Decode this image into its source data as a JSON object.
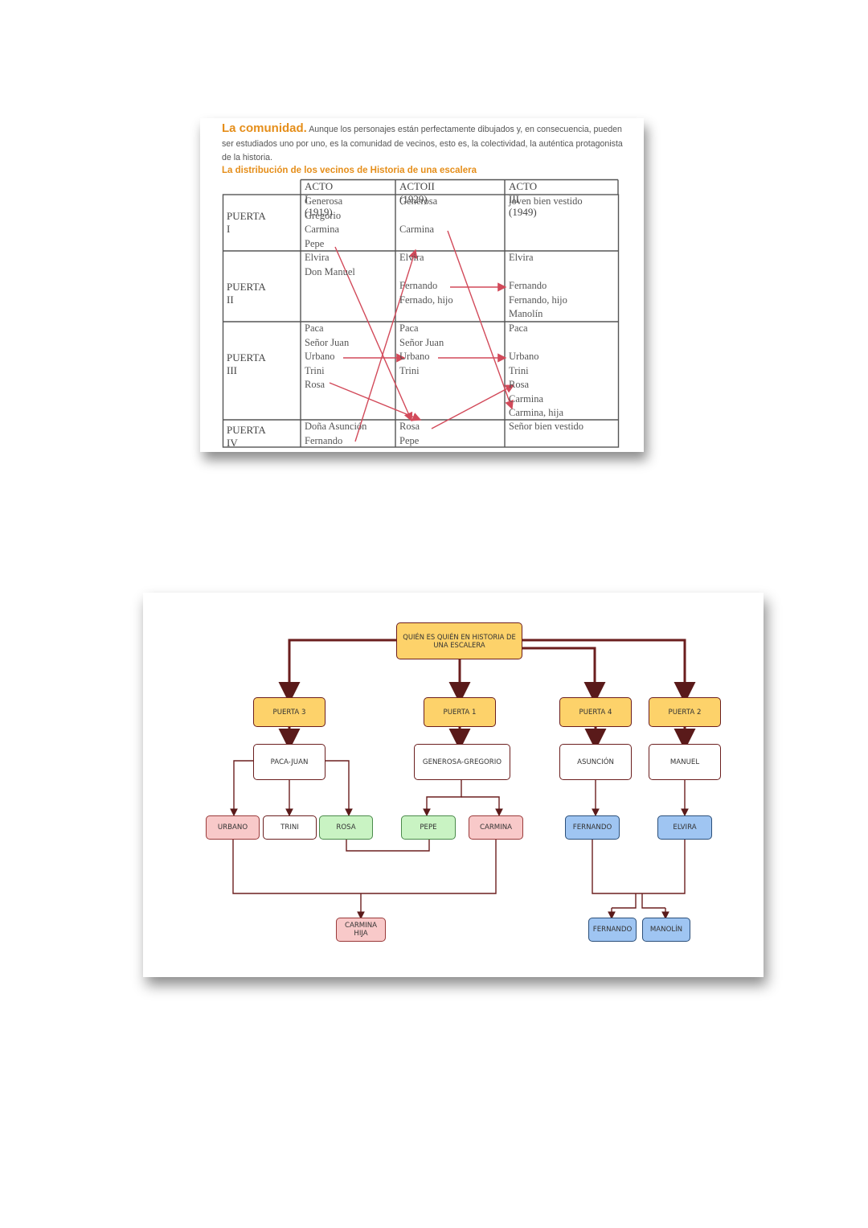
{
  "document": {
    "intro_heading": "La comunidad.",
    "intro_text": "Aunque los personajes están perfectamente dibujados y, en consecuencia, pueden ser estudiados uno por uno, es la comunidad de vecinos, esto es, la colectividad, la auténtica protagonista de la historia.",
    "subtitle": "La distribución de los vecinos de Historia de una escalera",
    "table": {
      "headers": [
        "ACTO I (1919)",
        "ACTOII (1929)",
        "ACTO III (1949)"
      ],
      "rows": [
        {
          "door": "PUERTA I",
          "act1": [
            "Generosa",
            "Gregorio",
            "Carmina",
            "Pepe"
          ],
          "act2": [
            "Generosa",
            "",
            "Carmina"
          ],
          "act3": [
            "joven bien vestido"
          ]
        },
        {
          "door": "PUERTA II",
          "act1": [
            "Elvira",
            "Don Manuel"
          ],
          "act2": [
            "Elvira",
            "",
            "Fernando",
            "Fernado, hijo"
          ],
          "act3": [
            "Elvira",
            "",
            "Fernando",
            "Fernando, hijo",
            "Manolín"
          ]
        },
        {
          "door": "PUERTA III",
          "act1": [
            "Paca",
            "Señor Juan",
            "Urbano",
            "Trini",
            "Rosa"
          ],
          "act2": [
            "Paca",
            "Señor Juan",
            "Urbano",
            "Trini"
          ],
          "act3": [
            "Paca",
            "",
            "Urbano",
            "Trini",
            "Rosa",
            "Carmina",
            "Carmina, hija"
          ]
        },
        {
          "door": "PUERTA IV",
          "act1": [
            "Doña Asunción",
            "Fernando"
          ],
          "act2": [
            "Rosa",
            "Pepe"
          ],
          "act3": [
            "Señor bien vestido"
          ]
        }
      ]
    }
  },
  "diagram": {
    "root": "QUIÉN ES QUIÉN EN HISTORIA DE UNA ESCALERA",
    "doors": [
      "PUERTA 3",
      "PUERTA 1",
      "PUERTA 4",
      "PUERTA 2"
    ],
    "couples": [
      "PACA-JUAN",
      "GENEROSA-GREGORIO",
      "ASUNCIÓN",
      "MANUEL"
    ],
    "children": [
      "URBANO",
      "TRINI",
      "ROSA",
      "PEPE",
      "CARMINA",
      "FERNANDO",
      "ELVIRA"
    ],
    "grandchildren": [
      "CARMINA HIJA",
      "FERNANDO",
      "MANOLÍN"
    ],
    "colors": {
      "door": "#fdd26a",
      "urbano_carmina": "#f8c9c9",
      "rosa": "#c9f3c3",
      "fernando_elvira": "#9fc5f2",
      "line": "#6b1e1e"
    }
  }
}
